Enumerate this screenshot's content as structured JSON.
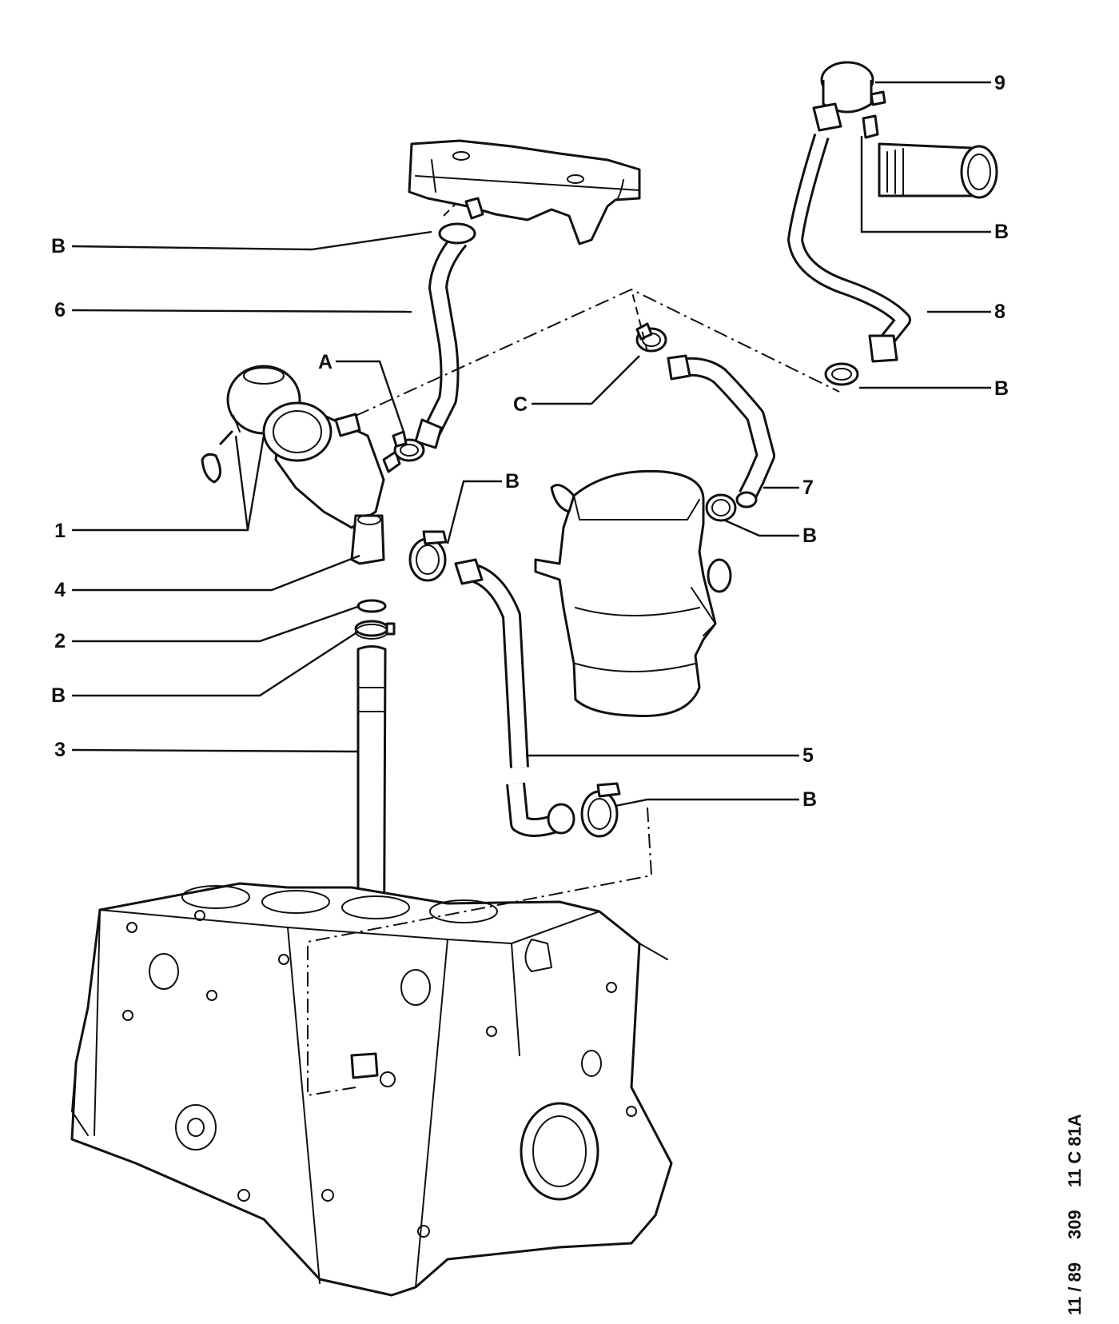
{
  "labels": {
    "l9": "9",
    "lB_top_right": "B",
    "l8": "8",
    "lB_hose8": "B",
    "lB_top_left": "B",
    "l6": "6",
    "lA": "A",
    "lC": "C",
    "l7": "7",
    "lB_filter": "B",
    "lB_clamp_mid": "B",
    "l1": "1",
    "l4": "4",
    "l2": "2",
    "lB_left": "B",
    "l3": "3",
    "l5": "5",
    "lB_bottom": "B"
  },
  "reference": {
    "date": "11 / 89",
    "model": "309",
    "code": "11 C 81A"
  }
}
